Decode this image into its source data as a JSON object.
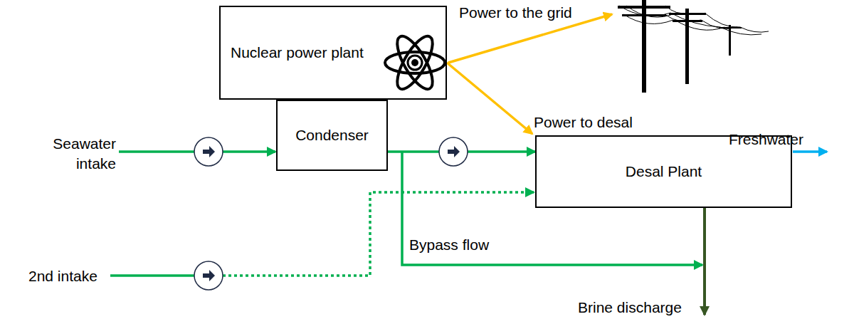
{
  "diagram": {
    "nodes": [
      {
        "text": [
          "Nuclear power plant"
        ]
      },
      {
        "text": [
          "Condenser"
        ]
      },
      {
        "text": [
          "Desal Plant"
        ]
      }
    ],
    "edges": [
      {
        "from": 0,
        "to": 2,
        "label": "Power to desal",
        "arrow": "to"
      },
      {
        "from": 1,
        "to": 2,
        "arrow": "to"
      }
    ],
    "labels": [
      "Power to the grid",
      "Seawater intake",
      "Freshwater",
      "2nd intake",
      "Bypass flow",
      "Brine discharge"
    ]
  }
}
